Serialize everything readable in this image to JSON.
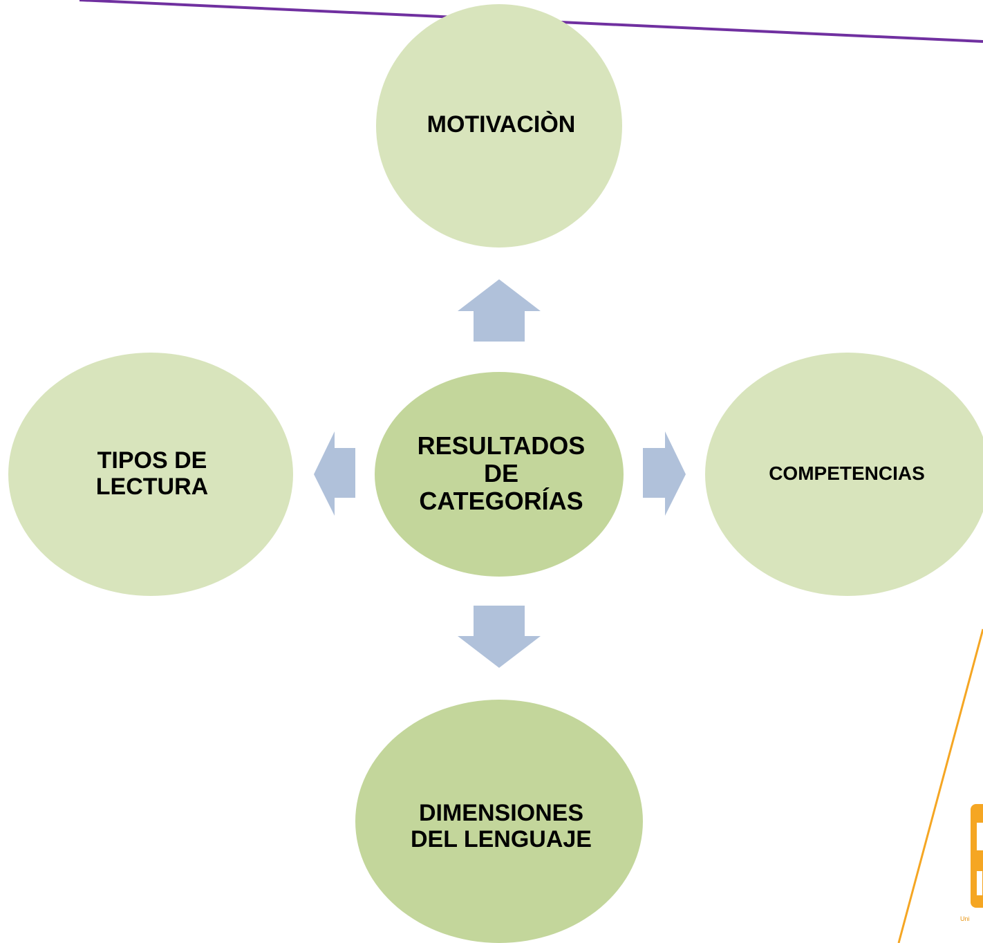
{
  "diagram": {
    "center": {
      "label": "RESULTADOS\nDE\nCATEGORÍAS"
    },
    "nodes": {
      "top": {
        "label": "MOTIVACIÒN"
      },
      "left": {
        "label": "TIPOS DE\nLECTURA"
      },
      "right": {
        "label": "COMPETENCIAS"
      },
      "bottom": {
        "label": "DIMENSIONES\nDEL LENGUAJE"
      }
    },
    "colors": {
      "outer_circle": "#d8e4bc",
      "center_circle": "#c3d69b",
      "bottom_circle": "#c3d69b",
      "arrow": "#b0c1da",
      "top_line": "#7030a0",
      "side_line": "#f5a623",
      "logo": "#f5a623"
    }
  },
  "logo": {
    "partial_text": "Uni"
  }
}
